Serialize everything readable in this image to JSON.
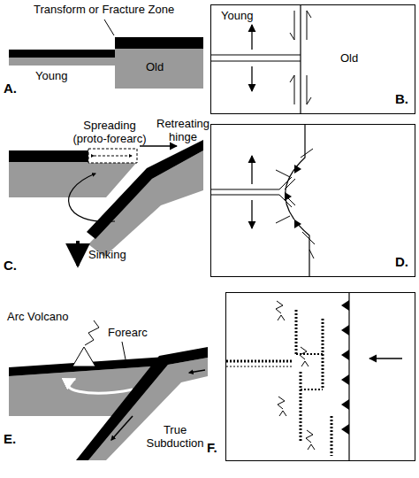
{
  "diagram": {
    "labels": [
      "Transform or Fracture Zone",
      "Young",
      "Old",
      "A.",
      "Young",
      "Old",
      "B.",
      "Spreading (proto-forearc)",
      "Retreating hinge",
      "Sinking",
      "C.",
      "D.",
      "Arc Volcano",
      "Forearc",
      "E.",
      "True Subduction",
      "F."
    ]
  }
}
